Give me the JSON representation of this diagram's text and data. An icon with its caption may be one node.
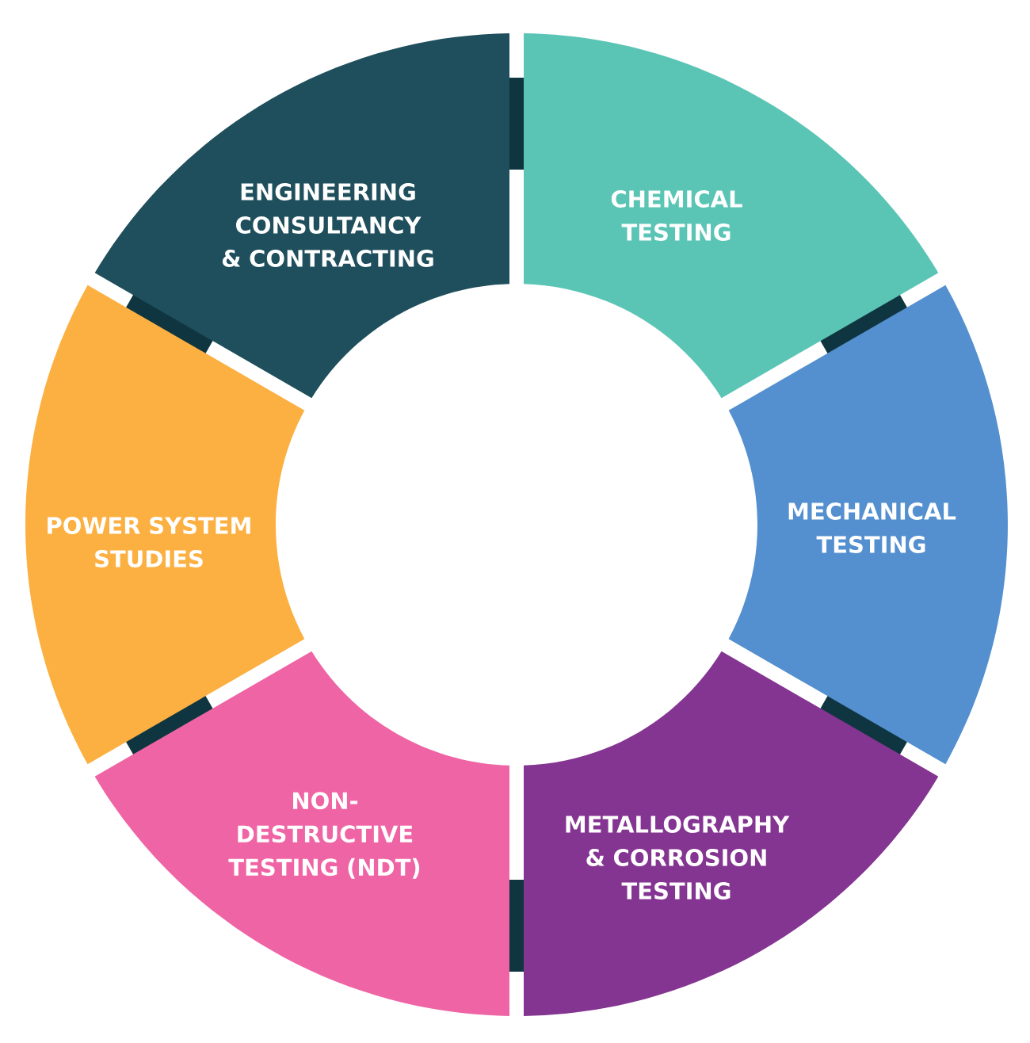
{
  "diagram": {
    "nodes": [
      {
        "text": [
          "ENGINEERING CONSULTANCY & CONTRACTING"
        ]
      },
      {
        "text": [
          "CHEMICAL TESTING"
        ]
      },
      {
        "text": [
          "POWER SYSTEM STUDIES"
        ]
      },
      {
        "text": [
          "MECHANICAL TESTING"
        ]
      },
      {
        "text": [
          "NON- DESTRUCTIVE TESTING (NDT)"
        ]
      },
      {
        "text": [
          "METALLOGRAPHY & CORROSION TESTING"
        ]
      }
    ]
  }
}
